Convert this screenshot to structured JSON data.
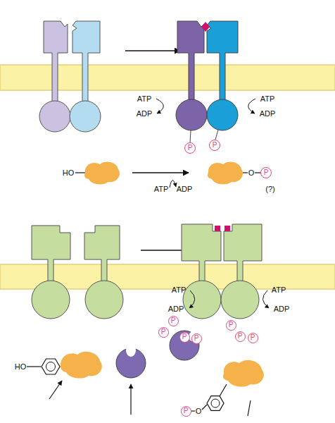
{
  "diagram": {
    "nodes": [
      {
        "text": [
          "P"
        ]
      },
      {
        "text": [
          "P"
        ]
      },
      {
        "text": [
          "P"
        ]
      },
      {
        "text": [
          "P"
        ]
      },
      {
        "text": [
          "P"
        ]
      },
      {
        "text": [
          "P"
        ]
      },
      {
        "text": [
          "P"
        ]
      },
      {
        "text": [
          "P"
        ]
      },
      {
        "text": [
          "P"
        ]
      },
      {
        "text": [
          "P"
        ]
      },
      {
        "text": [
          "P"
        ]
      }
    ],
    "labels": [
      "ATP",
      "ADP",
      "ATP",
      "ADP",
      "HO",
      "ATP",
      "ADP",
      "O",
      "(?)",
      "ATP",
      "ADP",
      "ATP",
      "ADP",
      "HO",
      "O"
    ]
  }
}
